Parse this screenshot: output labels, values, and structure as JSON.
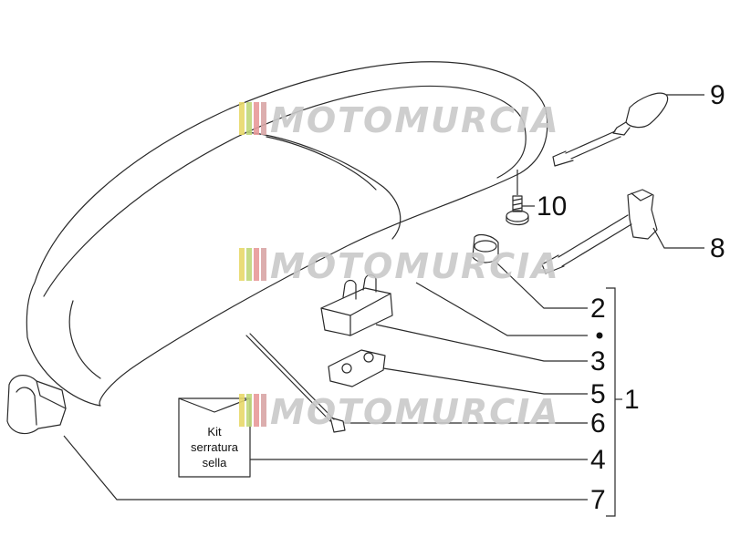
{
  "callouts": {
    "c1": "1",
    "c2": "2",
    "c3": "3",
    "c4": "4",
    "c5": "5",
    "c6": "6",
    "c7": "7",
    "c8": "8",
    "c9": "9",
    "c10": "10"
  },
  "kit_label": {
    "line1": "Kit",
    "line2": "serratura",
    "line3": "sella"
  },
  "watermark": {
    "text": "MOTOMURCIA",
    "stripe_colors": [
      "#e8d96a",
      "#bfd87a",
      "#e89a9a",
      "#d9a6a6"
    ],
    "text_color": "#c9c9c9"
  }
}
